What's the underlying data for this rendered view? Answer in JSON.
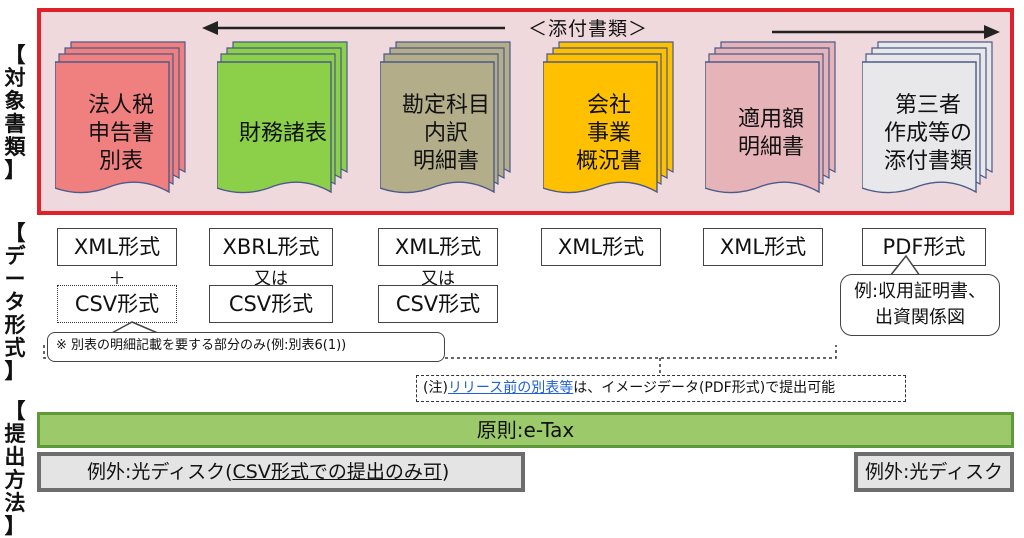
{
  "side_labels": {
    "target": "【対象書類】",
    "format": "【データ形式】",
    "method": "【提出方法】"
  },
  "heading": "＜添付書類＞",
  "documents": [
    {
      "lines": [
        "法人税",
        "申告書",
        "別表"
      ],
      "color": "#f08080"
    },
    {
      "lines": [
        "財務諸表"
      ],
      "color": "#8bd048"
    },
    {
      "lines": [
        "勘定科目",
        "内訳",
        "明細書"
      ],
      "color": "#b3ad8a"
    },
    {
      "lines": [
        "会社",
        "事業",
        "概況書"
      ],
      "color": "#ffc000"
    },
    {
      "lines": [
        "適用額",
        "明細書"
      ],
      "color": "#e6b4b8"
    },
    {
      "lines": [
        "第三者",
        "作成等の",
        "添付書類"
      ],
      "color": "#e8e8ea"
    }
  ],
  "formats": {
    "col1": {
      "primary": "XML形式",
      "connector": "＋",
      "secondary": "CSV形式"
    },
    "col2": {
      "primary": "XBRL形式",
      "connector": "又は",
      "secondary": "CSV形式"
    },
    "col3": {
      "primary": "XML形式",
      "connector": "又は",
      "secondary": "CSV形式"
    },
    "col4": {
      "primary": "XML形式"
    },
    "col5": {
      "primary": "XML形式"
    },
    "col6": {
      "primary": "PDF形式"
    }
  },
  "callouts": {
    "csv_note": "※ 別表の明細記載を要する部分のみ(例:別表6(1))",
    "pdf_example_line1": "例:収用証明書、",
    "pdf_example_line2": "出資関係図"
  },
  "note": {
    "prefix": "(注)",
    "link": "リリース前の別表等",
    "suffix": "は、イメージデータ(PDF形式)で提出可能"
  },
  "methods": {
    "principle": "原則:e-Tax",
    "exception_left_prefix": "例外:光ディスク(",
    "exception_left_underlined": "CSV形式での提出のみ可",
    "exception_left_suffix": ")",
    "exception_right": "例外:光ディスク"
  },
  "colors": {
    "frame_red": "#e0202a",
    "frame_fill": "#f0d9dd",
    "etax_green": "#9cc96a",
    "link_blue": "#2060d8"
  }
}
